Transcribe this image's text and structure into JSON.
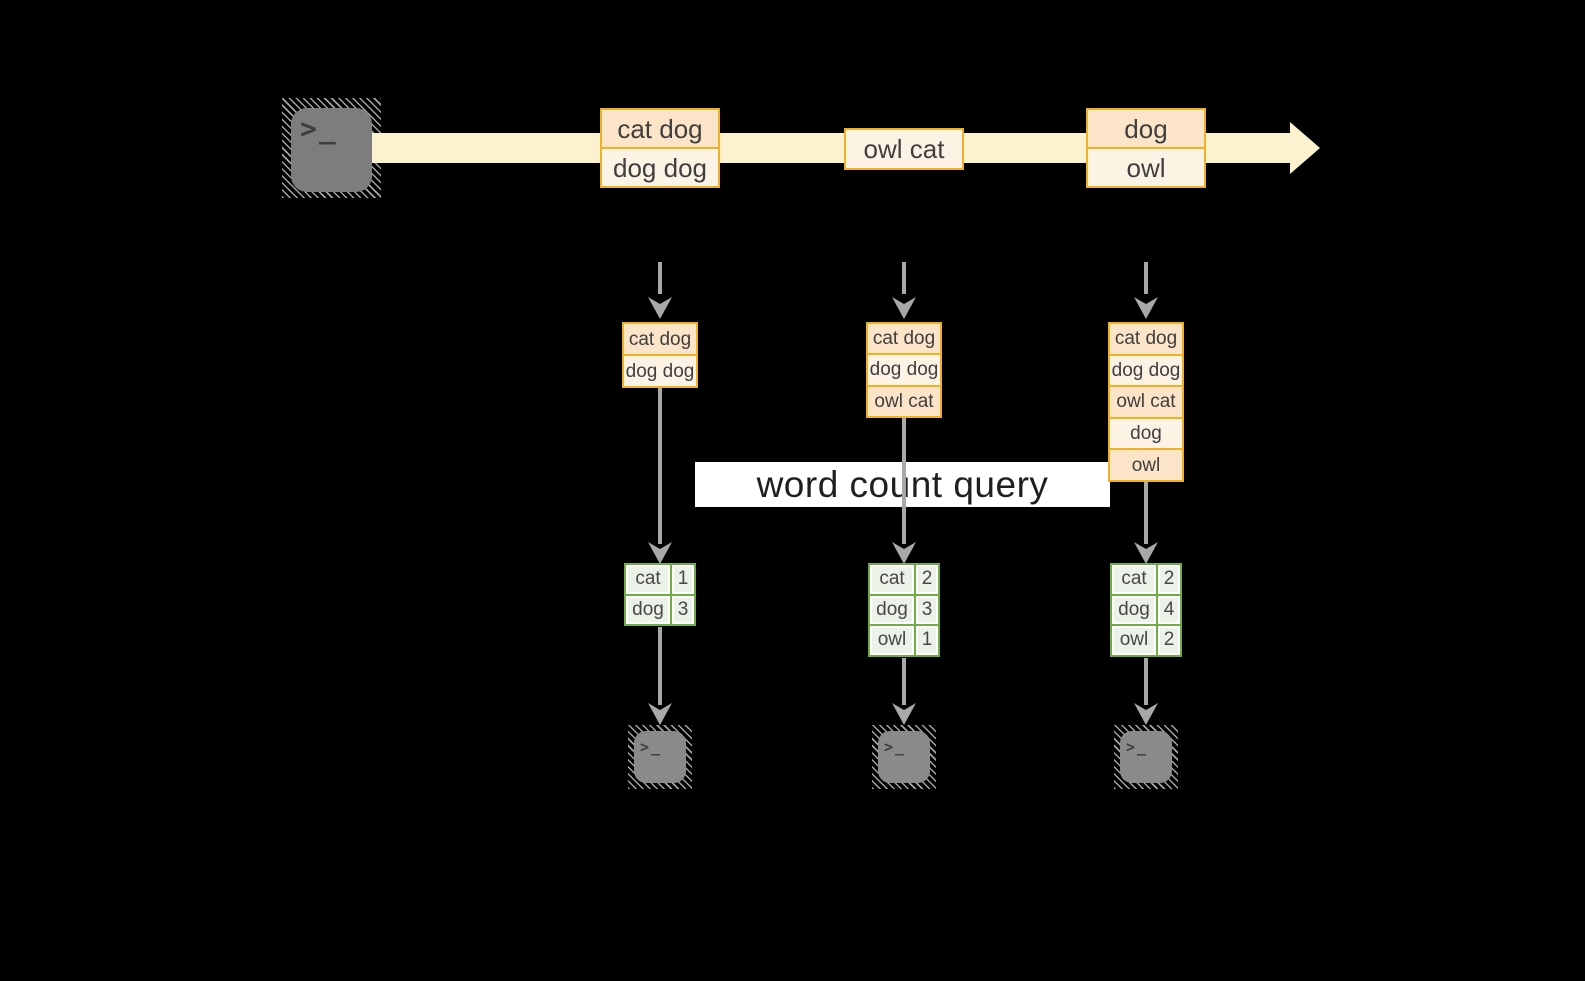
{
  "colors": {
    "background": "#000000",
    "stream_band": "#fcf2cf",
    "record_border": "#f0b122",
    "record_fill_peach": "#fbe4c7",
    "record_fill_cream": "#fdf3e5",
    "table_border_green": "#70ad47",
    "table_fill": "#edf2e8",
    "connector_gray": "#a8a8a8",
    "query_band_bg": "#ffffff",
    "text_dark": "#3f3f3f"
  },
  "icons": {
    "terminal_glyph": ">_"
  },
  "query": {
    "label": "word count query"
  },
  "stream": {
    "events": [
      {
        "lines": [
          "cat dog",
          "dog dog"
        ]
      },
      {
        "lines": [
          "owl cat"
        ]
      },
      {
        "lines": [
          "dog",
          "owl"
        ]
      }
    ]
  },
  "columns": [
    {
      "state": [
        "cat dog",
        "dog dog"
      ],
      "counts": [
        {
          "word": "cat",
          "count": "1"
        },
        {
          "word": "dog",
          "count": "3"
        }
      ]
    },
    {
      "state": [
        "cat dog",
        "dog dog",
        "owl cat"
      ],
      "counts": [
        {
          "word": "cat",
          "count": "2"
        },
        {
          "word": "dog",
          "count": "3"
        },
        {
          "word": "owl",
          "count": "1"
        }
      ]
    },
    {
      "state": [
        "cat dog",
        "dog dog",
        "owl cat",
        "dog",
        "owl"
      ],
      "counts": [
        {
          "word": "cat",
          "count": "2"
        },
        {
          "word": "dog",
          "count": "4"
        },
        {
          "word": "owl",
          "count": "2"
        }
      ]
    }
  ]
}
